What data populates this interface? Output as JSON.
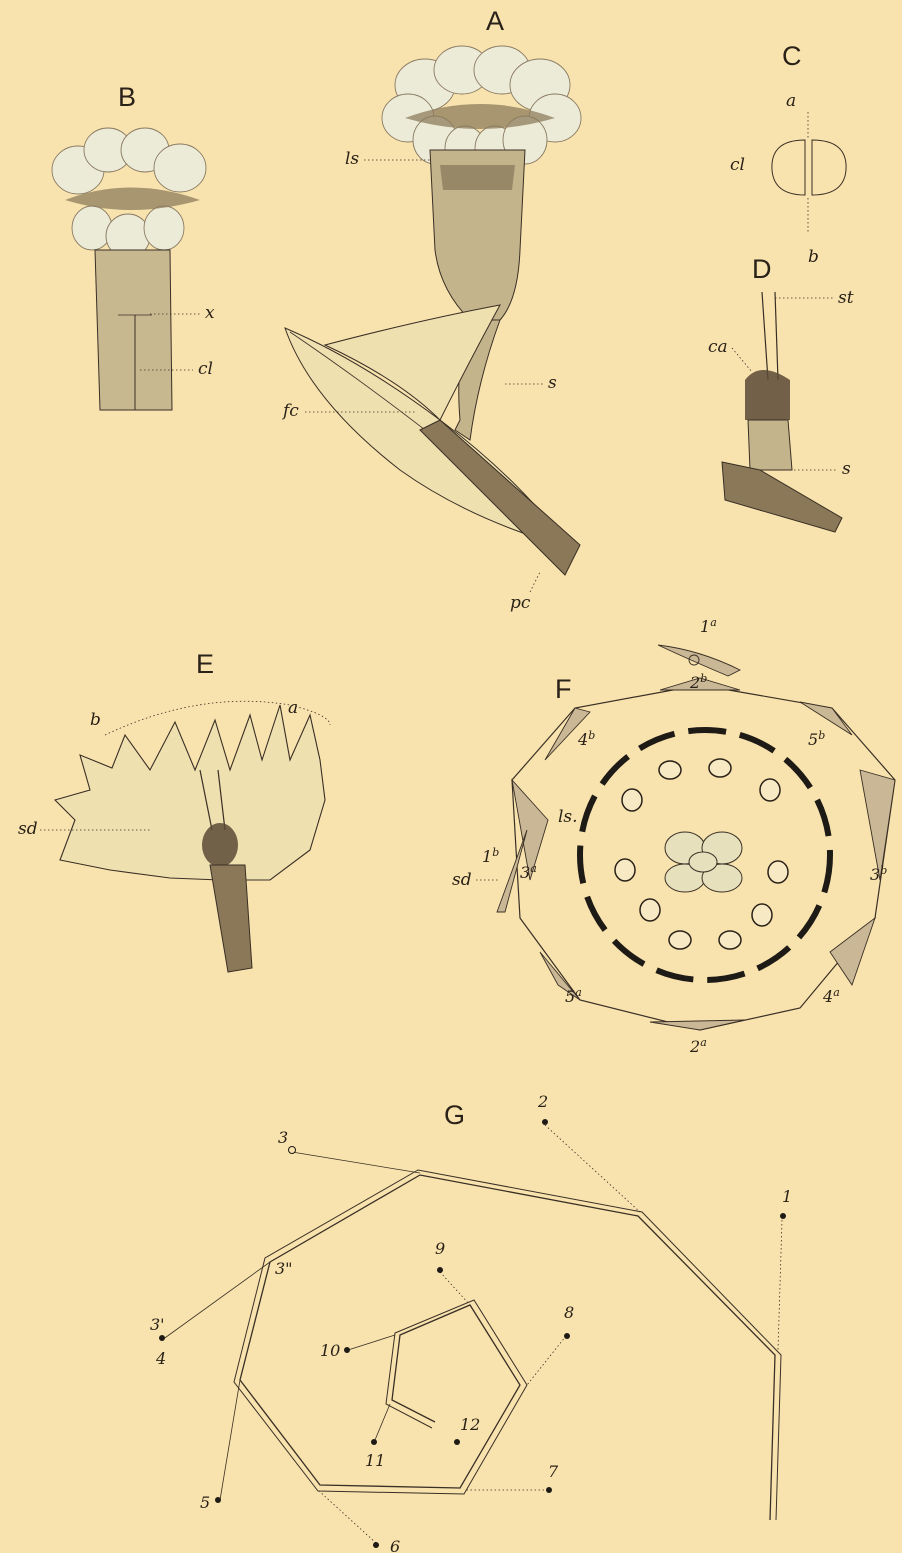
{
  "plate": {
    "panels": {
      "A": {
        "letter": "A",
        "labels": {
          "ls": "ls",
          "s": "s",
          "fc": "fc",
          "pc": "pc"
        }
      },
      "B": {
        "letter": "B",
        "labels": {
          "x": "x",
          "cl": "cl"
        }
      },
      "C": {
        "letter": "C",
        "labels": {
          "a": "a",
          "cl": "cl",
          "b": "b"
        }
      },
      "D": {
        "letter": "D",
        "labels": {
          "st": "st",
          "ca": "ca",
          "s": "s"
        }
      },
      "E": {
        "letter": "E",
        "labels": {
          "a": "a",
          "b": "b",
          "sd": "sd"
        }
      },
      "F": {
        "letter": "F",
        "labels": {
          "ls": "ls.",
          "sd": "sd"
        },
        "positions": [
          {
            "n": "1",
            "s": "a"
          },
          {
            "n": "2",
            "s": "b"
          },
          {
            "n": "4",
            "s": "b"
          },
          {
            "n": "5",
            "s": "b"
          },
          {
            "n": "1",
            "s": "b"
          },
          {
            "n": "3",
            "s": "a"
          },
          {
            "n": "3",
            "s": "b"
          },
          {
            "n": "5",
            "s": "a"
          },
          {
            "n": "4",
            "s": "a"
          },
          {
            "n": "2",
            "s": "a"
          }
        ]
      },
      "G": {
        "letter": "G",
        "points": [
          "1",
          "2",
          "3",
          "3'",
          "3\"",
          "4",
          "5",
          "6",
          "7",
          "8",
          "9",
          "10",
          "11",
          "12"
        ]
      }
    },
    "colors": {
      "paper": "#f8e3ae",
      "ink": "#2a2118",
      "petal": "#e9ead9"
    }
  }
}
